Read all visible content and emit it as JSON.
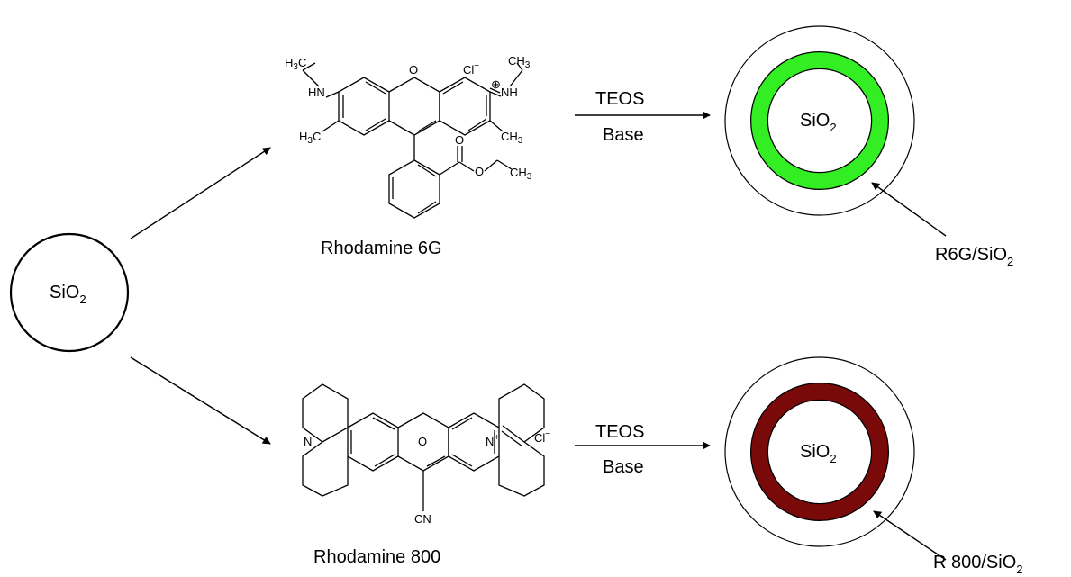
{
  "start": {
    "label": "SiO",
    "sub": "2"
  },
  "dyes": [
    {
      "name": "Rhodamine 6G",
      "reagent_top": "TEOS",
      "reagent_bottom": "Base",
      "shell_color": "#33ee22",
      "core_label": "SiO",
      "core_sub": "2",
      "product_label": "R6G/SiO",
      "product_sub": "2",
      "atoms": {
        "ch3_top_left": "H",
        "ch3_top_left_sub": "3",
        "ch3_top_left_c": "C",
        "hn": "HN",
        "ch3_left": "H",
        "ch3_left_sub": "3",
        "ch3_left_c": "C",
        "cl": "Cl",
        "cl_charge": "−",
        "plus": "⊕",
        "nh": "NH",
        "ch3_top_right": "CH",
        "ch3_top_right_sub": "3",
        "ch3_right": "CH",
        "ch3_right_sub": "3",
        "o_ring": "O",
        "o_carbonyl": "O",
        "o_ester": "O",
        "ch3_ester": "CH",
        "ch3_ester_sub": "3"
      }
    },
    {
      "name": "Rhodamine 800",
      "reagent_top": "TEOS",
      "reagent_bottom": "Base",
      "shell_color": "#7a0a0a",
      "core_label": "SiO",
      "core_sub": "2",
      "product_label": "R 800/SiO",
      "product_sub": "2",
      "atoms": {
        "n_left": "N",
        "o_ring": "O",
        "n_right": "N",
        "n_plus": "+",
        "cl": "Cl",
        "cl_charge": "−",
        "cn": "CN"
      }
    }
  ]
}
